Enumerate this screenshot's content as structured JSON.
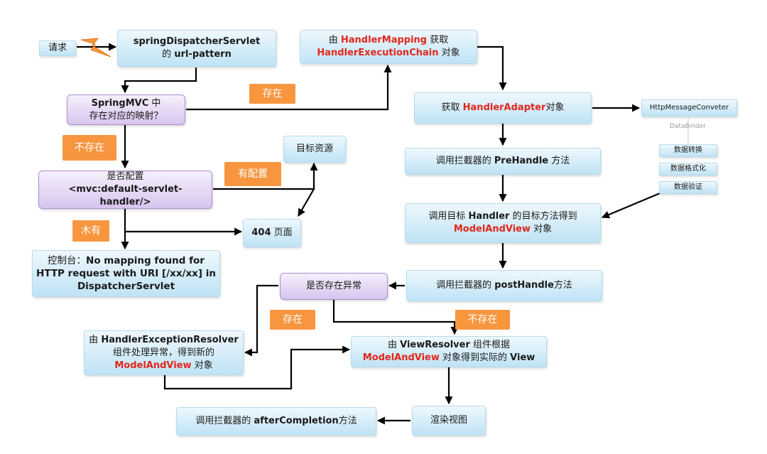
{
  "nodes": {
    "request": "请求",
    "servlet": {
      "l1": "springDispatcherServlet",
      "l2_pre": "的 ",
      "l2_b": "url-pattern"
    },
    "springmvc": {
      "l1_b": "SpringMVC",
      "l1_rest": " 中",
      "l2": "存在对应的映射？"
    },
    "cfg": {
      "l1": "是否配置",
      "l2": "<mvc:default-servlet-",
      "l3": "handler/>"
    },
    "target_res": "目标资源",
    "page404": {
      "num": "404",
      "text": " 页面"
    },
    "console": {
      "l1_pre": "控制台：",
      "l1_b": "No mapping found for",
      "l2": "HTTP request with URI [/xx/xx] in",
      "l3": "DispatcherServlet"
    },
    "mapping": {
      "l1_pre": "由 ",
      "l1_red": "HandlerMapping",
      "l1_post": " 获取",
      "l2_red": "HandlerExecutionChain",
      "l2_post": " 对象"
    },
    "adapter": {
      "pre": "获取 ",
      "red": "HandlerAdapter",
      "post": "对象"
    },
    "msgconv": "HttpMessageConveter",
    "databinder": "DataBinder",
    "conv1": "数据转换",
    "conv2": "数据格式化",
    "conv3": "数据验证",
    "prehandle": {
      "pre": "调用拦截器的 ",
      "b": "PreHandle",
      "post": " 方法"
    },
    "handler": {
      "l1_pre": "调用目标 ",
      "l1_b": "Handler",
      "l1_post": " 的目标方法得到",
      "l2_red": "ModelAndView",
      "l2_post": " 对象"
    },
    "posthandle": {
      "pre": "调用拦截器的 ",
      "b": "postHandle",
      "post": "方法"
    },
    "exception": "是否存在异常",
    "resolver": {
      "l1_pre": "由 ",
      "l1_b": "HandlerExceptionResolver",
      "l2": "组件处理异常，得到新的",
      "l3_red": "ModelAndView",
      "l3_post": " 对象"
    },
    "viewresolver": {
      "l1_pre": "由 ",
      "l1_b": "ViewResolver",
      "l1_post": " 组件根据",
      "l2_red": "ModelAndView",
      "l2_mid": " 对象得到实际的 ",
      "l2_b": "View"
    },
    "render": "渲染视图",
    "aftercomp": {
      "pre": "调用拦截器的 ",
      "b": "afterCompletion",
      "post": "方法"
    }
  },
  "labels": {
    "exists1": "存在",
    "notexists1": "不存在",
    "configured": "有配置",
    "notconfigured": "木有",
    "exists2": "存在",
    "notexists2": "不存在"
  },
  "colors": {
    "accent_red": "#e3261b",
    "label_orange": "#f7963f",
    "box_blue": "#bfe3f5",
    "box_purple": "#d6c5ee",
    "arrow": "#000000"
  }
}
